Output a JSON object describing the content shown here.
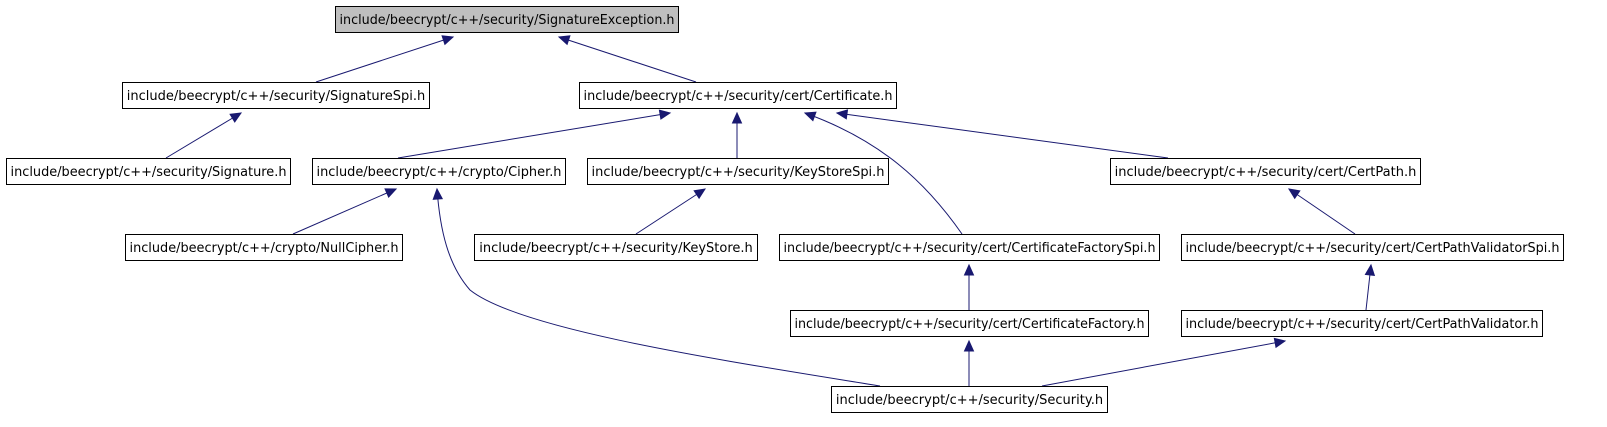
{
  "graph": {
    "nodes": [
      {
        "id": "signature-exception",
        "label": "include/beecrypt/c++/security/SignatureException.h",
        "root": true
      },
      {
        "id": "signature-spi",
        "label": "include/beecrypt/c++/security/SignatureSpi.h"
      },
      {
        "id": "certificate",
        "label": "include/beecrypt/c++/security/cert/Certificate.h"
      },
      {
        "id": "signature",
        "label": "include/beecrypt/c++/security/Signature.h"
      },
      {
        "id": "cipher",
        "label": "include/beecrypt/c++/crypto/Cipher.h"
      },
      {
        "id": "keystore-spi",
        "label": "include/beecrypt/c++/security/KeyStoreSpi.h"
      },
      {
        "id": "certpath",
        "label": "include/beecrypt/c++/security/cert/CertPath.h"
      },
      {
        "id": "null-cipher",
        "label": "include/beecrypt/c++/crypto/NullCipher.h"
      },
      {
        "id": "keystore",
        "label": "include/beecrypt/c++/security/KeyStore.h"
      },
      {
        "id": "certificate-factory-spi",
        "label": "include/beecrypt/c++/security/cert/CertificateFactorySpi.h"
      },
      {
        "id": "certpath-validator-spi",
        "label": "include/beecrypt/c++/security/cert/CertPathValidatorSpi.h"
      },
      {
        "id": "certificate-factory",
        "label": "include/beecrypt/c++/security/cert/CertificateFactory.h"
      },
      {
        "id": "certpath-validator",
        "label": "include/beecrypt/c++/security/cert/CertPathValidator.h"
      },
      {
        "id": "security",
        "label": "include/beecrypt/c++/security/Security.h"
      }
    ],
    "edges": [
      {
        "from": "signature-spi",
        "to": "signature-exception"
      },
      {
        "from": "certificate",
        "to": "signature-exception"
      },
      {
        "from": "signature",
        "to": "signature-spi"
      },
      {
        "from": "cipher",
        "to": "certificate"
      },
      {
        "from": "keystore-spi",
        "to": "certificate"
      },
      {
        "from": "certificate-factory-spi",
        "to": "certificate"
      },
      {
        "from": "certpath",
        "to": "certificate"
      },
      {
        "from": "null-cipher",
        "to": "cipher"
      },
      {
        "from": "security",
        "to": "cipher"
      },
      {
        "from": "keystore",
        "to": "keystore-spi"
      },
      {
        "from": "certpath-validator-spi",
        "to": "certpath"
      },
      {
        "from": "certificate-factory",
        "to": "certificate-factory-spi"
      },
      {
        "from": "certpath-validator",
        "to": "certpath-validator-spi"
      },
      {
        "from": "security",
        "to": "certificate-factory"
      },
      {
        "from": "security",
        "to": "certpath-validator"
      }
    ],
    "colors": {
      "edge": "#191970",
      "root_fill": "#bfbfbf",
      "node_fill": "#ffffff",
      "node_border": "#000000"
    }
  }
}
